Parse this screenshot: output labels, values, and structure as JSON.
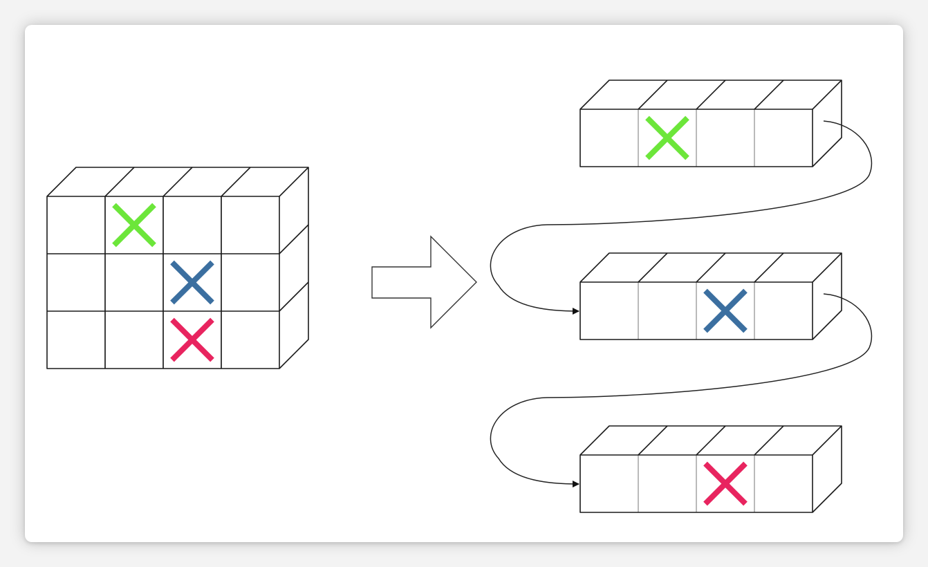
{
  "colors": {
    "background": "#f3f3f3",
    "card": "#ffffff",
    "edge": "#1a1a1a",
    "inner_divider": "#a8a8a8",
    "marker_green": "#6ce63a",
    "marker_blue": "#3b6fa0",
    "marker_pink": "#e8245f"
  },
  "source_grid": {
    "rows": 3,
    "cols": 4,
    "marks": [
      {
        "row": 0,
        "col": 1,
        "color": "marker_green"
      },
      {
        "row": 1,
        "col": 2,
        "color": "marker_blue"
      },
      {
        "row": 2,
        "col": 2,
        "color": "marker_pink"
      }
    ]
  },
  "transform_arrow": {
    "icon": "right-block-arrow-icon"
  },
  "rows_out": [
    {
      "cols": 4,
      "mark_col": 1,
      "color": "marker_green"
    },
    {
      "cols": 4,
      "mark_col": 2,
      "color": "marker_blue"
    },
    {
      "cols": 4,
      "mark_col": 2,
      "color": "marker_pink"
    }
  ],
  "connectors": [
    {
      "from_row": 0,
      "to_row": 1
    },
    {
      "from_row": 1,
      "to_row": 2
    }
  ]
}
